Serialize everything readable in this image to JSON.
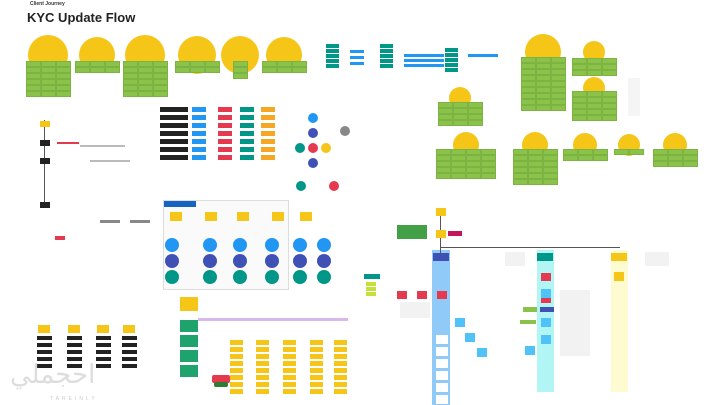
{
  "board": {
    "subtitle": "Client Journey",
    "title": "KYC Update Flow"
  },
  "colors": {
    "sticky_yellow": "#f5c518",
    "sticky_green": "#8bc34a",
    "blue": "#2196f3",
    "indigo": "#3f51b5",
    "teal": "#009688",
    "red": "#e53950",
    "lane_blue": "#90caf9",
    "lane_cyan": "#b2f5f5",
    "lane_yellow": "#fffbd0"
  },
  "watermark": {
    "logo_text": "احجملي",
    "tagline": "TAREINLY"
  }
}
